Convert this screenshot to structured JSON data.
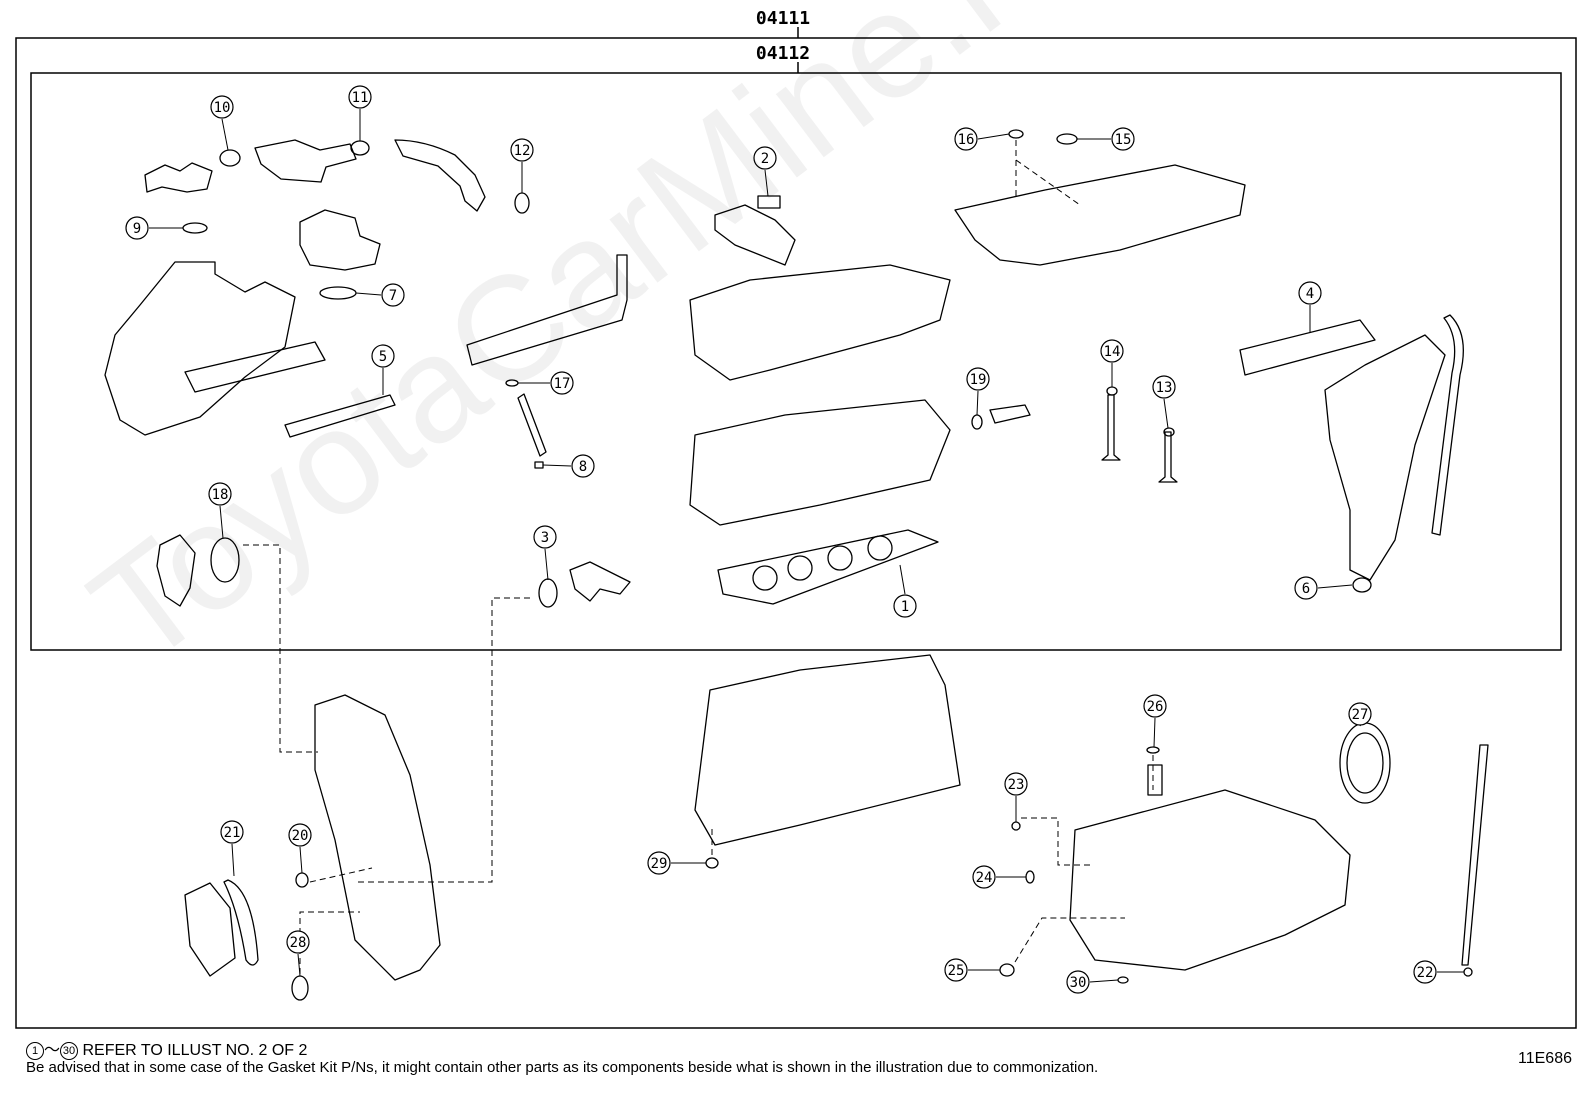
{
  "header": {
    "outer_code": "04111",
    "inner_code": "04112"
  },
  "callouts": [
    {
      "id": "1",
      "label": "1"
    },
    {
      "id": "2",
      "label": "2"
    },
    {
      "id": "3",
      "label": "3"
    },
    {
      "id": "4",
      "label": "4"
    },
    {
      "id": "5",
      "label": "5"
    },
    {
      "id": "6",
      "label": "6"
    },
    {
      "id": "7",
      "label": "7"
    },
    {
      "id": "8",
      "label": "8"
    },
    {
      "id": "9",
      "label": "9"
    },
    {
      "id": "10",
      "label": "10"
    },
    {
      "id": "11",
      "label": "11"
    },
    {
      "id": "12",
      "label": "12"
    },
    {
      "id": "13",
      "label": "13"
    },
    {
      "id": "14",
      "label": "14"
    },
    {
      "id": "15",
      "label": "15"
    },
    {
      "id": "16",
      "label": "16"
    },
    {
      "id": "17",
      "label": "17"
    },
    {
      "id": "18",
      "label": "18"
    },
    {
      "id": "19",
      "label": "19"
    },
    {
      "id": "20",
      "label": "20"
    },
    {
      "id": "21",
      "label": "21"
    },
    {
      "id": "22",
      "label": "22"
    },
    {
      "id": "23",
      "label": "23"
    },
    {
      "id": "24",
      "label": "24"
    },
    {
      "id": "25",
      "label": "25"
    },
    {
      "id": "26",
      "label": "26"
    },
    {
      "id": "27",
      "label": "27"
    },
    {
      "id": "28",
      "label": "28"
    },
    {
      "id": "29",
      "label": "29"
    },
    {
      "id": "30",
      "label": "30"
    }
  ],
  "footer": {
    "range_start": "1",
    "range_sep": "～",
    "range_end": "30",
    "refer_text": " REFER TO ILLUST NO. 2 OF 2",
    "note": "Be advised that in some case of the Gasket Kit P/Ns,  it might contain other parts as its components beside what is shown in the illustration due to commonization.",
    "illustration_code": "11E686"
  },
  "watermark": "ToyotaCarMine.ru",
  "colors": {
    "line": "#000000",
    "background": "#ffffff"
  }
}
